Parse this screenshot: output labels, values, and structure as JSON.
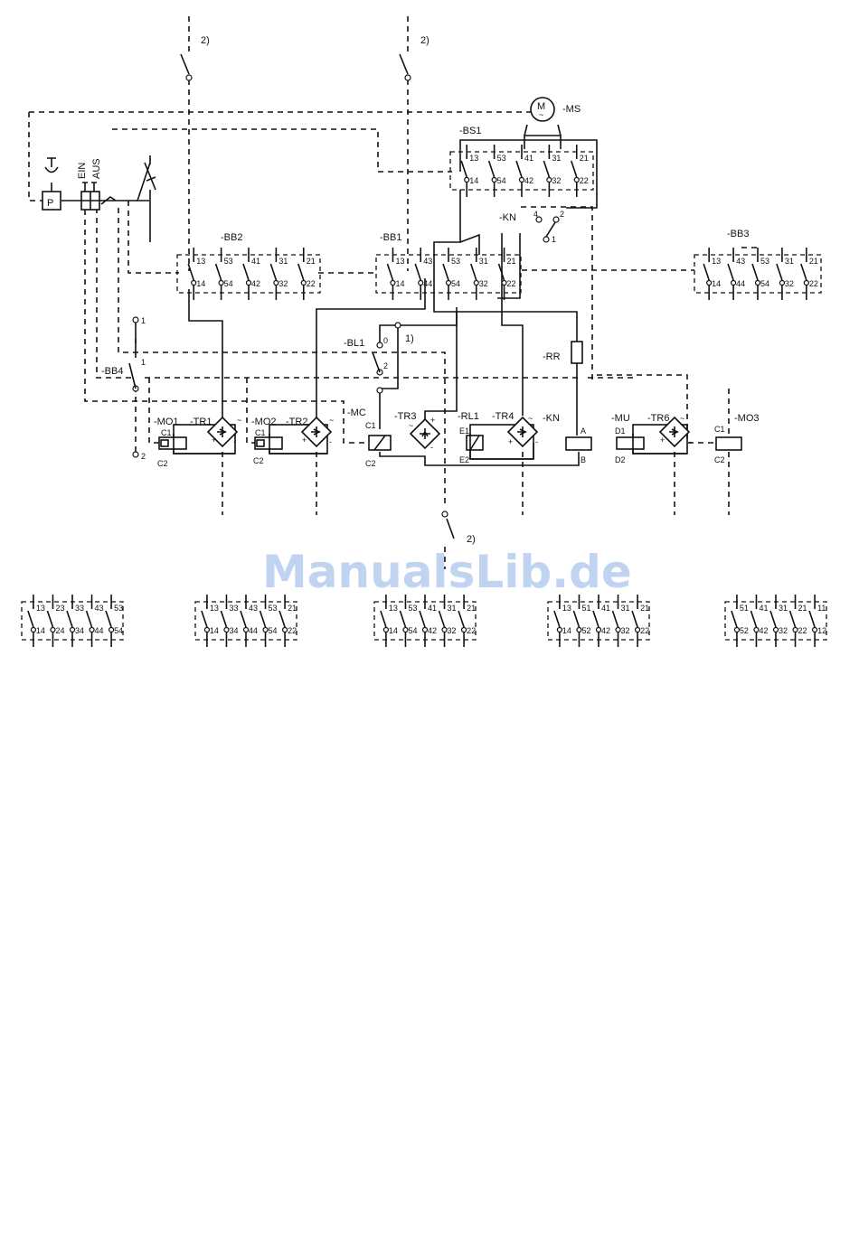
{
  "labels": {
    "note2": "2)",
    "note1": "1)",
    "ms": "-MS",
    "motor_m": "M",
    "bs1": "-BS1",
    "bb1": "-BB1",
    "bb2": "-BB2",
    "bb3": "-BB3",
    "bb4": "-BB4",
    "kn": "-KN",
    "bl1": "-BL1",
    "rr": "-RR",
    "mc": "-MC",
    "mo1": "-MO1",
    "mo2": "-MO2",
    "mo3": "-MO3",
    "mu": "-MU",
    "tr1": "-TR1",
    "tr2": "-TR2",
    "tr3": "-TR3",
    "tr4": "-TR4",
    "tr6": "-TR6",
    "rl1": "-RL1",
    "ein": "EIN",
    "aus": "AUS",
    "p": "P"
  },
  "terminals": {
    "c1": "C1",
    "c2": "C2",
    "d1": "D1",
    "d2": "D2",
    "e1": "E1",
    "e2": "E2",
    "a": "A",
    "b": "B",
    "t0": "0",
    "t1": "1",
    "t2": "2",
    "t4": "4",
    "plus": "+",
    "minus": "-",
    "ac": "~"
  },
  "contact_blocks": {
    "bs1": {
      "top": [
        "13",
        "53",
        "41",
        "31",
        "21"
      ],
      "bottom": [
        "14",
        "54",
        "42",
        "32",
        "22"
      ]
    },
    "bb2": {
      "top": [
        "13",
        "53",
        "41",
        "31",
        "21"
      ],
      "bottom": [
        "14",
        "54",
        "42",
        "32",
        "22"
      ]
    },
    "bb1": {
      "top": [
        "13",
        "43",
        "53",
        "31",
        "21"
      ],
      "bottom": [
        "14",
        "44",
        "54",
        "32",
        "22"
      ]
    },
    "bb3": {
      "top": [
        "13",
        "43",
        "53",
        "31",
        "21"
      ],
      "bottom": [
        "14",
        "44",
        "54",
        "32",
        "22"
      ]
    },
    "bot1": {
      "top": [
        "13",
        "23",
        "33",
        "43",
        "53"
      ],
      "bottom": [
        "14",
        "24",
        "34",
        "44",
        "54"
      ]
    },
    "bot2": {
      "top": [
        "13",
        "33",
        "43",
        "53",
        "21"
      ],
      "bottom": [
        "14",
        "34",
        "44",
        "54",
        "22"
      ]
    },
    "bot3": {
      "top": [
        "13",
        "53",
        "41",
        "31",
        "21"
      ],
      "bottom": [
        "14",
        "54",
        "42",
        "32",
        "22"
      ]
    },
    "bot4": {
      "top": [
        "13",
        "51",
        "41",
        "31",
        "21"
      ],
      "bottom": [
        "14",
        "52",
        "42",
        "32",
        "22"
      ]
    },
    "bot5": {
      "top": [
        "51",
        "41",
        "31",
        "21",
        "11"
      ],
      "bottom": [
        "52",
        "42",
        "32",
        "22",
        "12"
      ]
    }
  },
  "watermark": "ManualsLib.de"
}
